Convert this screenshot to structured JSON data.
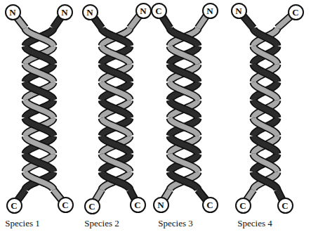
{
  "diagram": {
    "nodes": [
      {
        "text": [
          "N"
        ]
      },
      {
        "text": [
          "N"
        ]
      },
      {
        "text": [
          "N"
        ]
      },
      {
        "text": [
          "N"
        ]
      },
      {
        "text": [
          "C"
        ]
      },
      {
        "text": [
          "N"
        ]
      },
      {
        "text": [
          "N"
        ]
      },
      {
        "text": [
          "C"
        ]
      },
      {
        "text": [
          "C"
        ]
      },
      {
        "text": [
          "C"
        ]
      },
      {
        "text": [
          "C"
        ]
      },
      {
        "text": [
          "C"
        ]
      },
      {
        "text": [
          "N"
        ]
      },
      {
        "text": [
          "C"
        ]
      },
      {
        "text": [
          "C"
        ]
      },
      {
        "text": [
          "C"
        ]
      }
    ],
    "labels": [
      "Species 1",
      "Species 2",
      "Species 3",
      "Species 4"
    ]
  }
}
